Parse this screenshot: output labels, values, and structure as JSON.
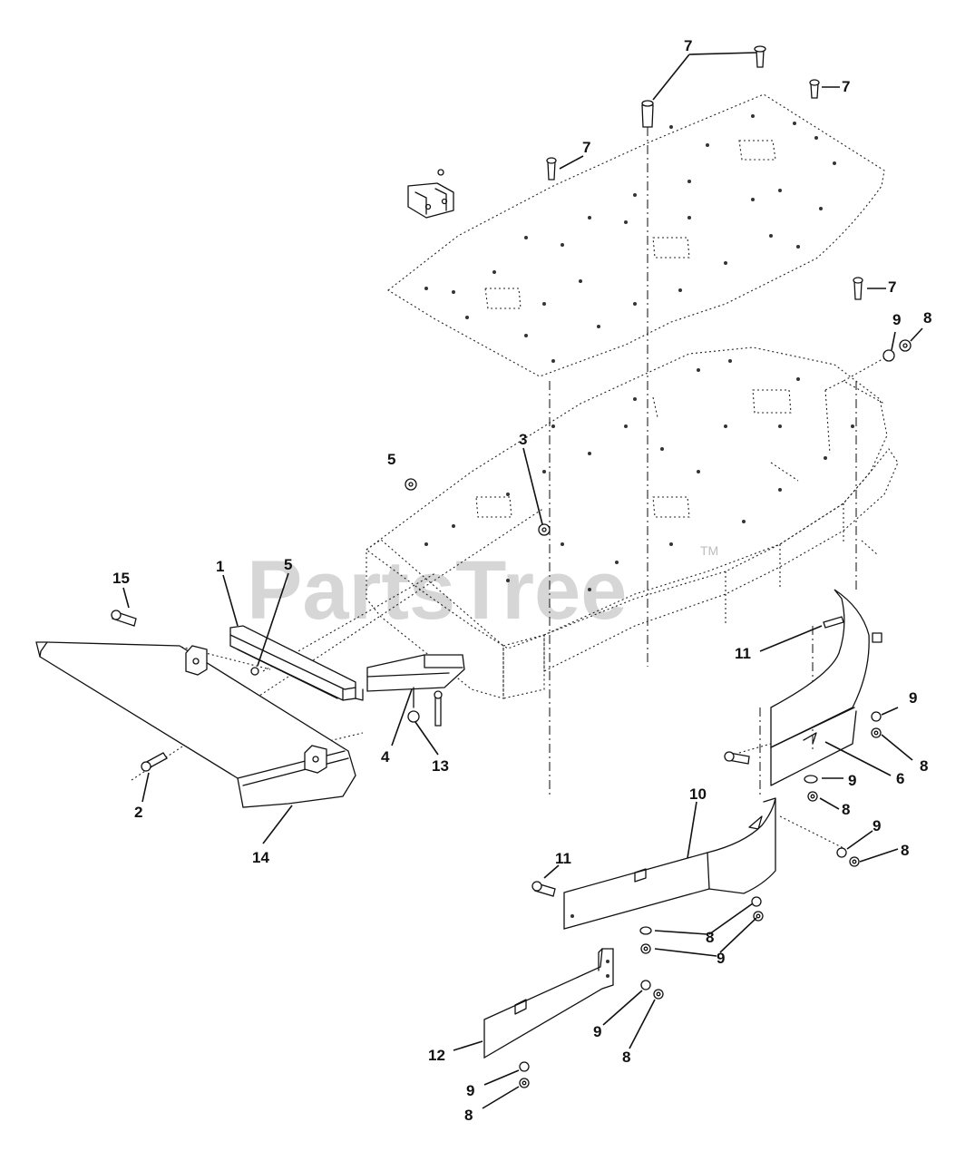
{
  "watermark": {
    "text": "PartsTree",
    "trademark": "TM"
  },
  "callouts": [
    {
      "id": "c1",
      "label": "7"
    },
    {
      "id": "c2",
      "label": "7"
    },
    {
      "id": "c3",
      "label": "7"
    },
    {
      "id": "c4",
      "label": "7"
    },
    {
      "id": "c5",
      "label": "9"
    },
    {
      "id": "c6",
      "label": "8"
    },
    {
      "id": "c7",
      "label": "5"
    },
    {
      "id": "c8",
      "label": "3"
    },
    {
      "id": "c9",
      "label": "15"
    },
    {
      "id": "c10",
      "label": "1"
    },
    {
      "id": "c11",
      "label": "5"
    },
    {
      "id": "c12",
      "label": "4"
    },
    {
      "id": "c13",
      "label": "13"
    },
    {
      "id": "c14",
      "label": "2"
    },
    {
      "id": "c15",
      "label": "14"
    },
    {
      "id": "c16",
      "label": "11"
    },
    {
      "id": "c17",
      "label": "9"
    },
    {
      "id": "c18",
      "label": "8"
    },
    {
      "id": "c19",
      "label": "9"
    },
    {
      "id": "c20",
      "label": "6"
    },
    {
      "id": "c21",
      "label": "8"
    },
    {
      "id": "c22",
      "label": "10"
    },
    {
      "id": "c23",
      "label": "9"
    },
    {
      "id": "c24",
      "label": "8"
    },
    {
      "id": "c25",
      "label": "11"
    },
    {
      "id": "c26",
      "label": "8"
    },
    {
      "id": "c27",
      "label": "9"
    },
    {
      "id": "c28",
      "label": "9"
    },
    {
      "id": "c29",
      "label": "8"
    },
    {
      "id": "c30",
      "label": "12"
    },
    {
      "id": "c31",
      "label": "9"
    },
    {
      "id": "c32",
      "label": "8"
    }
  ]
}
